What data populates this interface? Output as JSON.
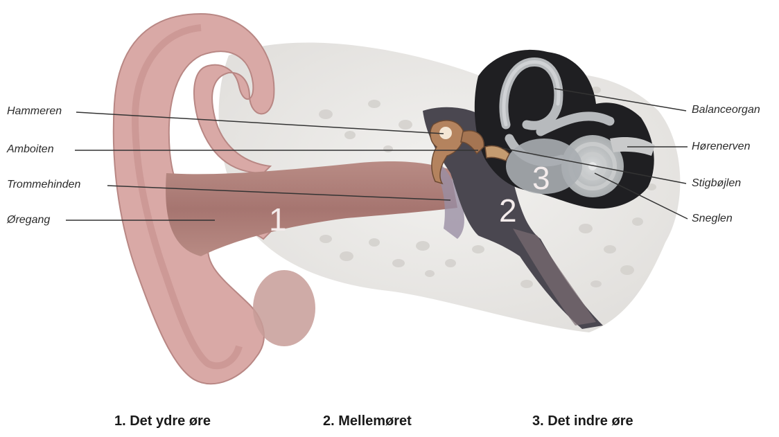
{
  "labels_left": [
    "Hammeren",
    "Amboiten",
    "Trommehinden",
    "Øregang"
  ],
  "labels_right": [
    "Balanceorgan",
    "Hørenerven",
    "Stigbøjlen",
    "Sneglen"
  ],
  "region_numbers": [
    "1",
    "2",
    "3"
  ],
  "captions": [
    "1. Det ydre øre",
    "2. Mellemøret",
    "3. Det indre øre"
  ]
}
